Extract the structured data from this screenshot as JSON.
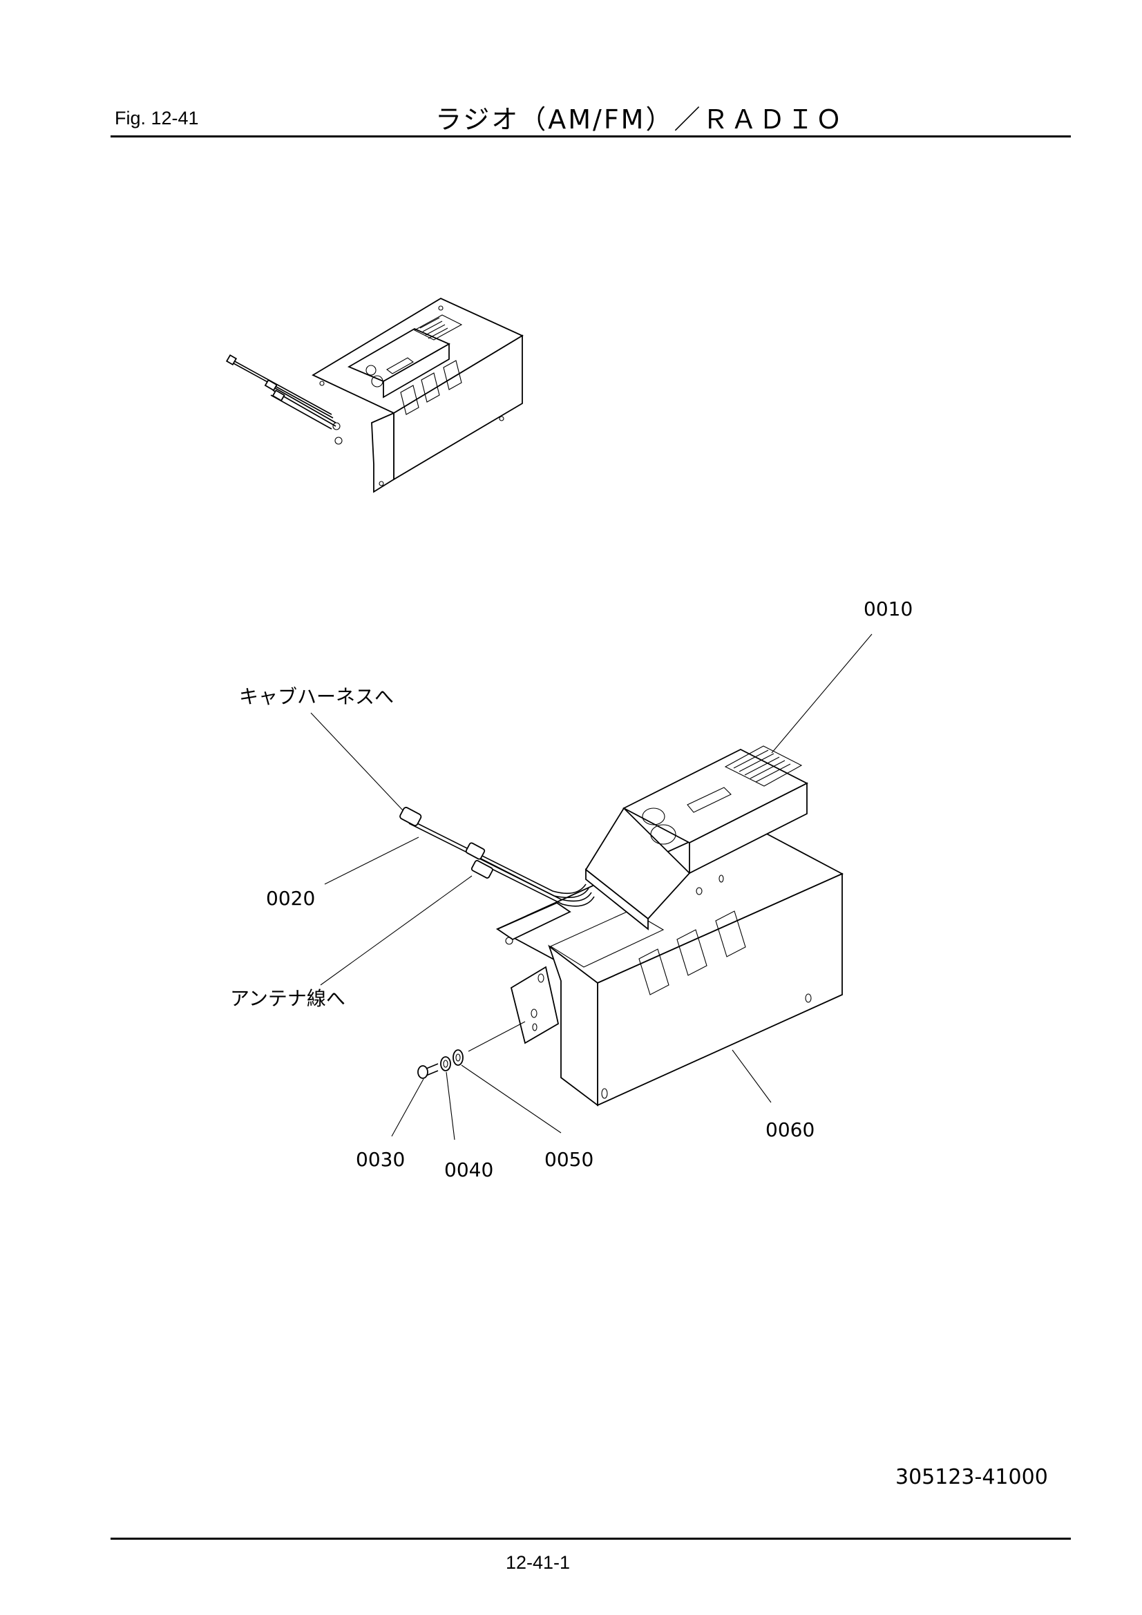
{
  "header": {
    "figure_number": "Fig.  12-41",
    "title": "ラジオ（AM/FM）／ＲＡＤＩＯ"
  },
  "diagram": {
    "callouts": {
      "p0010": "0010",
      "p0020": "0020",
      "p0030": "0030",
      "p0040": "0040",
      "p0050": "0050",
      "p0060": "0060"
    },
    "notes": {
      "to_cab_harness": "キャブハーネスへ",
      "to_antenna_wire": "アンテナ線へ"
    }
  },
  "footer": {
    "drawing_number": "305123-41000",
    "page_number": "12-41-1"
  }
}
